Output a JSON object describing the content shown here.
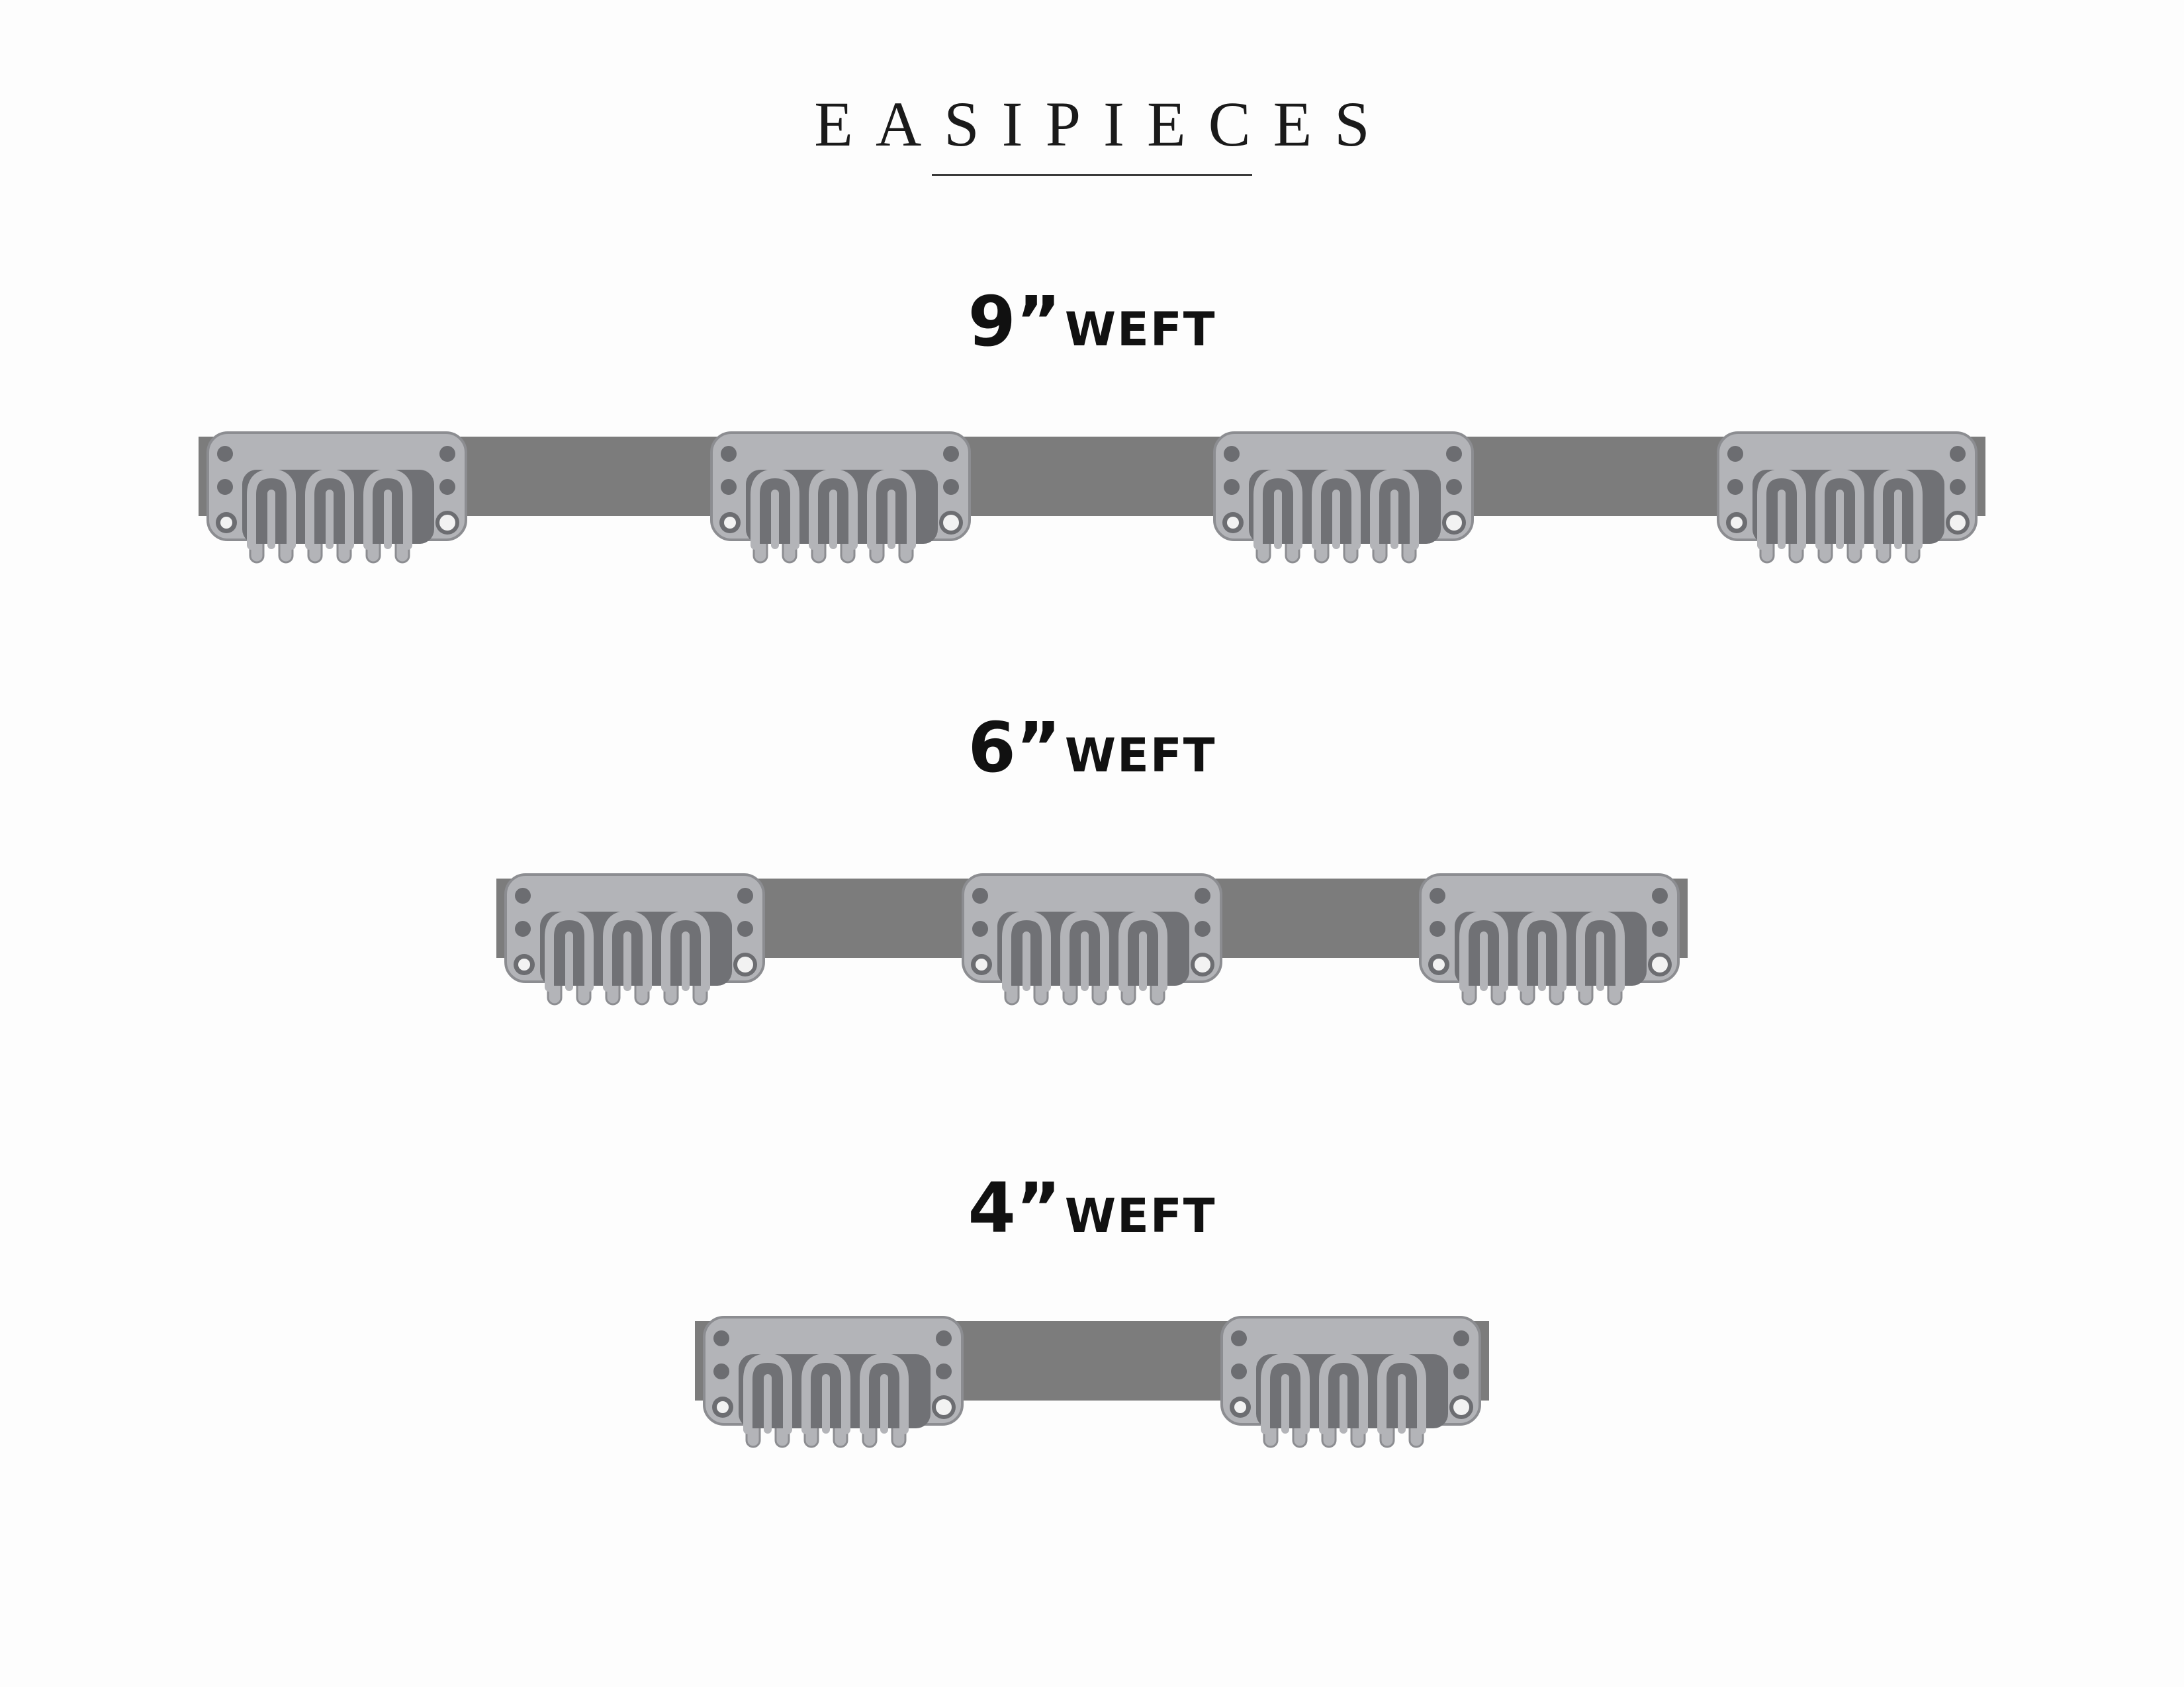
{
  "brand": {
    "name": "EASIPIECES"
  },
  "colors": {
    "background": "#fdfdfd",
    "weft": "#7c7c7c",
    "clip_body": "#b3b4b8",
    "clip_outline": "#8c8d91",
    "clip_inner": "#707175",
    "clip_dot": "#6c6d71",
    "clip_hole": "#f2f2f2"
  },
  "sections": [
    {
      "size_label": "9”",
      "unit_label": "WEFT",
      "clip_count": 4
    },
    {
      "size_label": "6”",
      "unit_label": "WEFT",
      "clip_count": 3
    },
    {
      "size_label": "4”",
      "unit_label": "WEFT",
      "clip_count": 2
    }
  ],
  "icons": {
    "clip": "snap-clip-icon"
  }
}
